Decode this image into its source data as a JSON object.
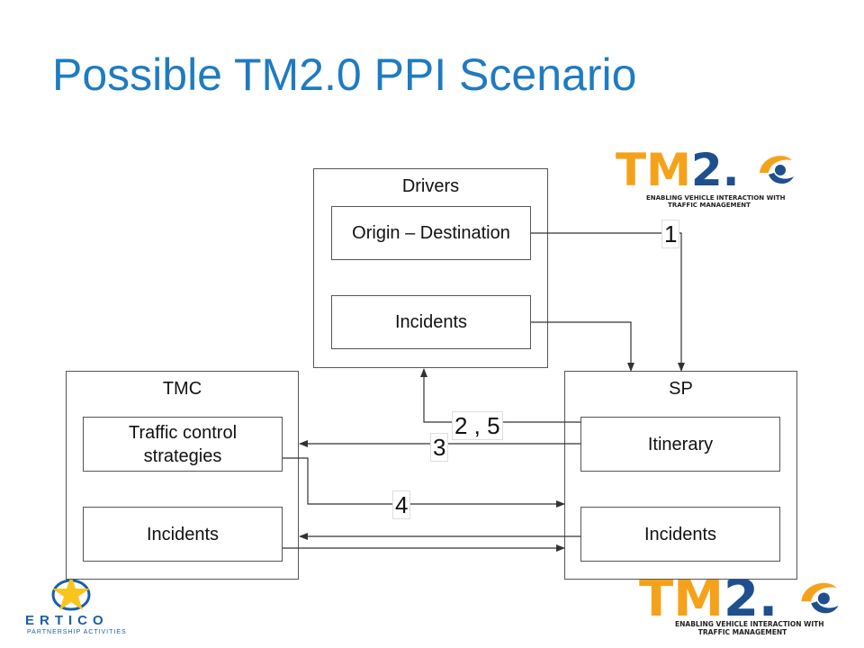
{
  "slide": {
    "title": "Possible TM2.0 PPI Scenario"
  },
  "diagram": {
    "drivers": {
      "title": "Drivers",
      "origin_destination": "Origin – Destination",
      "incidents": "Incidents"
    },
    "tmc": {
      "title": "TMC",
      "traffic_control": "Traffic control strategies",
      "incidents": "Incidents"
    },
    "sp": {
      "title": "SP",
      "itinerary": "Itinerary",
      "incidents": "Incidents"
    },
    "steps": {
      "s1": "1",
      "s25": "2 , 5",
      "s3": "3",
      "s4": "4"
    }
  },
  "logos": {
    "tm_text_a": "TM",
    "tm_text_b": "2.",
    "tagline_1": "ENABLING VEHICLE INTERACTION WITH",
    "tagline_2": "TRAFFIC MANAGEMENT",
    "ertico_word": "ERTICO",
    "ertico_sub": "PARTNERSHIP ACTIVITIES"
  },
  "colors": {
    "title": "#1f7bc1",
    "tm_orange": "#f5a21b",
    "tm_blue": "#1e4f8e",
    "ertico_blue": "#1a5fa8",
    "ertico_yellow": "#f7c51e"
  }
}
